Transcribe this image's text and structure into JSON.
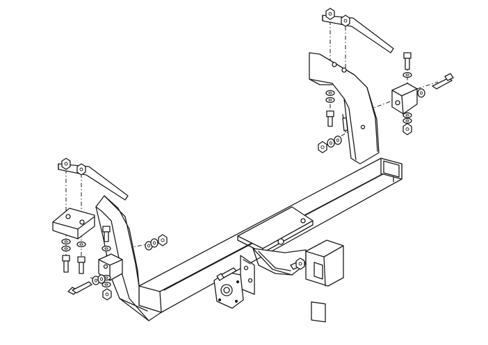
{
  "diagram": {
    "description_text": "",
    "colors": {
      "line": "#1a1a1a",
      "background": "#ffffff"
    },
    "parts": [
      "main-crossbar",
      "left-side-bracket",
      "right-side-bracket",
      "center-mount-plate",
      "receiver-tube",
      "electrical-socket-plate",
      "left-clamp-plate",
      "right-clamp-plate",
      "bolts",
      "nuts",
      "washers"
    ]
  }
}
